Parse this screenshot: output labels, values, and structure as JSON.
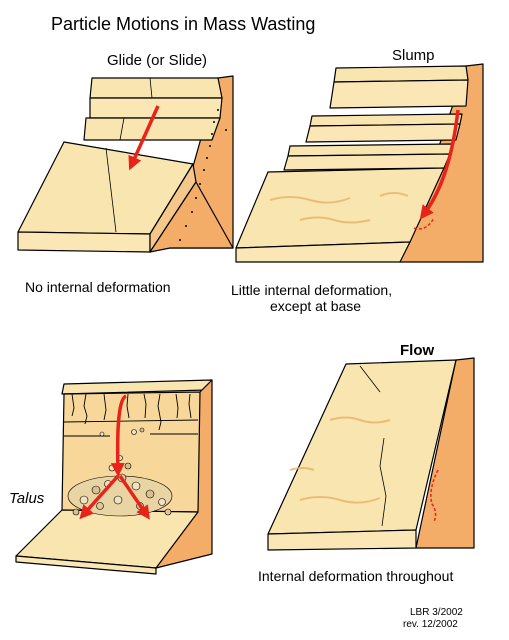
{
  "title": "Particle Motions in Mass Wasting",
  "panels": [
    {
      "id": "glide",
      "label": "Glide (or Slide)",
      "caption": "No internal deformation"
    },
    {
      "id": "slump",
      "label": "Slump",
      "caption_line1": "Little internal deformation,",
      "caption_line2": "except at base"
    },
    {
      "id": "fall",
      "label": "Talus"
    },
    {
      "id": "flow",
      "label": "Flow",
      "caption": "Internal deformation throughout"
    }
  ],
  "credit": {
    "line1": "LBR 3/2002",
    "line2": "rev. 12/2002"
  },
  "colors": {
    "rock_top": "#f9e5b0",
    "rock_face": "#fbe7b5",
    "rock_side": "#f3ad68",
    "cliff_face": "#f8d79a",
    "arrow": "#e8231a",
    "outline": "#000000"
  }
}
